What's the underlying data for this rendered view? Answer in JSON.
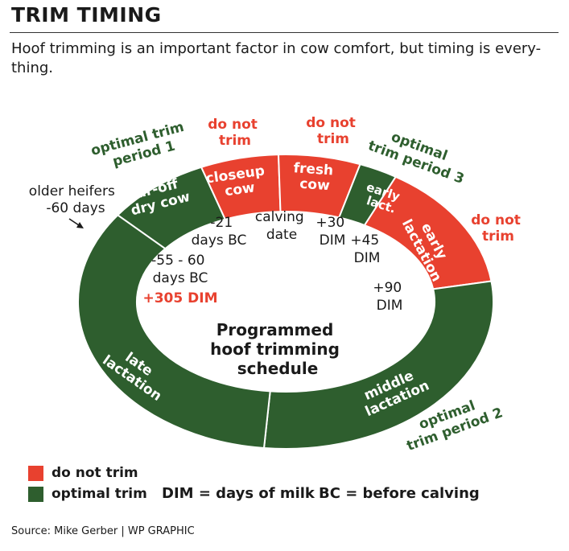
{
  "header": {
    "title": "TRIM TIMING",
    "subtitle": "Hoof trimming is an important factor in cow comfort, but timing is every-thing."
  },
  "colors": {
    "red": "#e8412f",
    "green": "#2e5e2e",
    "text_dark": "#1a1a1a"
  },
  "segments": [
    {
      "id": "far-off-dry-cow",
      "lines": [
        "far-off",
        "dry cow"
      ],
      "status": "optimal"
    },
    {
      "id": "closeup-cow",
      "lines": [
        "closeup",
        "cow"
      ],
      "status": "do-not-trim"
    },
    {
      "id": "fresh-cow",
      "lines": [
        "fresh",
        "cow"
      ],
      "status": "do-not-trim"
    },
    {
      "id": "early-lact",
      "lines": [
        "early",
        "lact."
      ],
      "status": "optimal"
    },
    {
      "id": "early-lactation",
      "lines": [
        "early",
        "lactation"
      ],
      "status": "do-not-trim"
    },
    {
      "id": "middle-lactation",
      "lines": [
        "middle",
        "lactation"
      ],
      "status": "optimal"
    },
    {
      "id": "late-lactation",
      "lines": [
        "late",
        "lactation"
      ],
      "status": "optimal"
    }
  ],
  "outer_labels": {
    "optimal_period_1": [
      "optimal trim",
      "period 1"
    ],
    "do_not_trim_1": [
      "do not",
      "trim"
    ],
    "do_not_trim_2": [
      "do not",
      "trim"
    ],
    "optimal_period_3": [
      "optimal",
      "trim period 3"
    ],
    "do_not_trim_3": [
      "do not",
      "trim"
    ],
    "optimal_period_2": [
      "optimal",
      "trim period 2"
    ],
    "older_heifers": [
      "older heifers",
      "-60 days"
    ]
  },
  "inner_labels": {
    "minus_21": [
      "-21",
      "days BC"
    ],
    "calving": [
      "calving",
      "date"
    ],
    "plus_30": [
      "+30",
      "DIM"
    ],
    "plus_45": [
      "+45",
      "DIM"
    ],
    "minus_55": [
      "-55 - 60",
      "days BC"
    ],
    "plus_305": "+305 DIM",
    "plus_90": [
      "+90",
      "DIM"
    ]
  },
  "center_title": [
    "Programmed",
    "hoof trimming",
    "schedule"
  ],
  "legend": {
    "do_not_trim": "do not trim",
    "optimal_trim": "optimal trim",
    "dim": "DIM = days of milk",
    "bc": "BC = before calving"
  },
  "source": "Source: Mike Gerber  |  WP GRAPHIC"
}
